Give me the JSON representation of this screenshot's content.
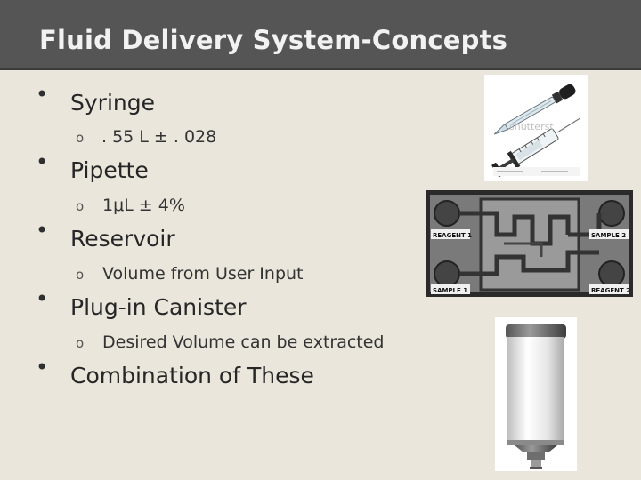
{
  "slide": {
    "title": "Fluid Delivery System-Concepts"
  },
  "bullets": [
    {
      "label": "Syringe",
      "sub": ". 55 L ± . 028"
    },
    {
      "label": "Pipette",
      "sub": "1μL ± 4%"
    },
    {
      "label": "Reservoir",
      "sub": "Volume from User Input"
    },
    {
      "label": "Plug-in Canister",
      "sub": "Desired Volume can be extracted"
    },
    {
      "label": "Combination of These"
    }
  ],
  "markers": {
    "bullet": "•",
    "sub": "o"
  },
  "images": {
    "syringe_watermark": "shutterst",
    "chip_labels": {
      "reagent1": "REAGENT 1",
      "sample2": "SAMPLE 2",
      "sample1": "SAMPLE 1",
      "reagent2": "REAGENT 2"
    }
  }
}
